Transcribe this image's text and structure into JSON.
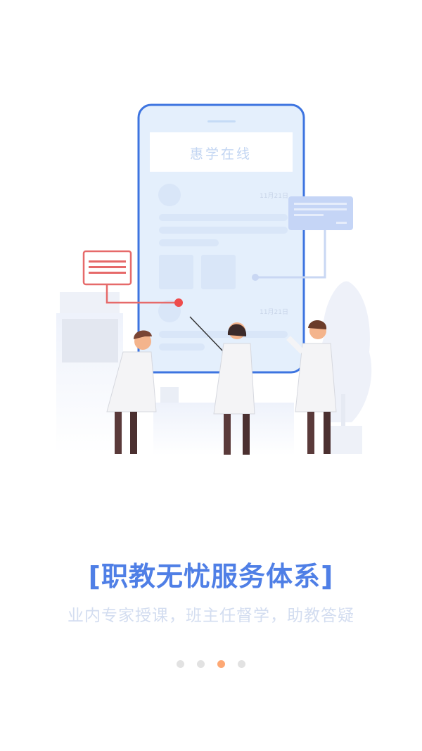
{
  "illustration": {
    "app_name": "惠学在线",
    "date_1": "11月21日",
    "date_2": "11月21日"
  },
  "onboarding": {
    "title": "[职教无忧服务体系]",
    "subtitle": "业内专家授课，班主任督学，助教答疑",
    "page_count": 4,
    "active_page": 3
  },
  "colors": {
    "accent": "#4f7fe6",
    "dot_active": "#fda874",
    "dot_inactive": "#e2e2e2"
  }
}
